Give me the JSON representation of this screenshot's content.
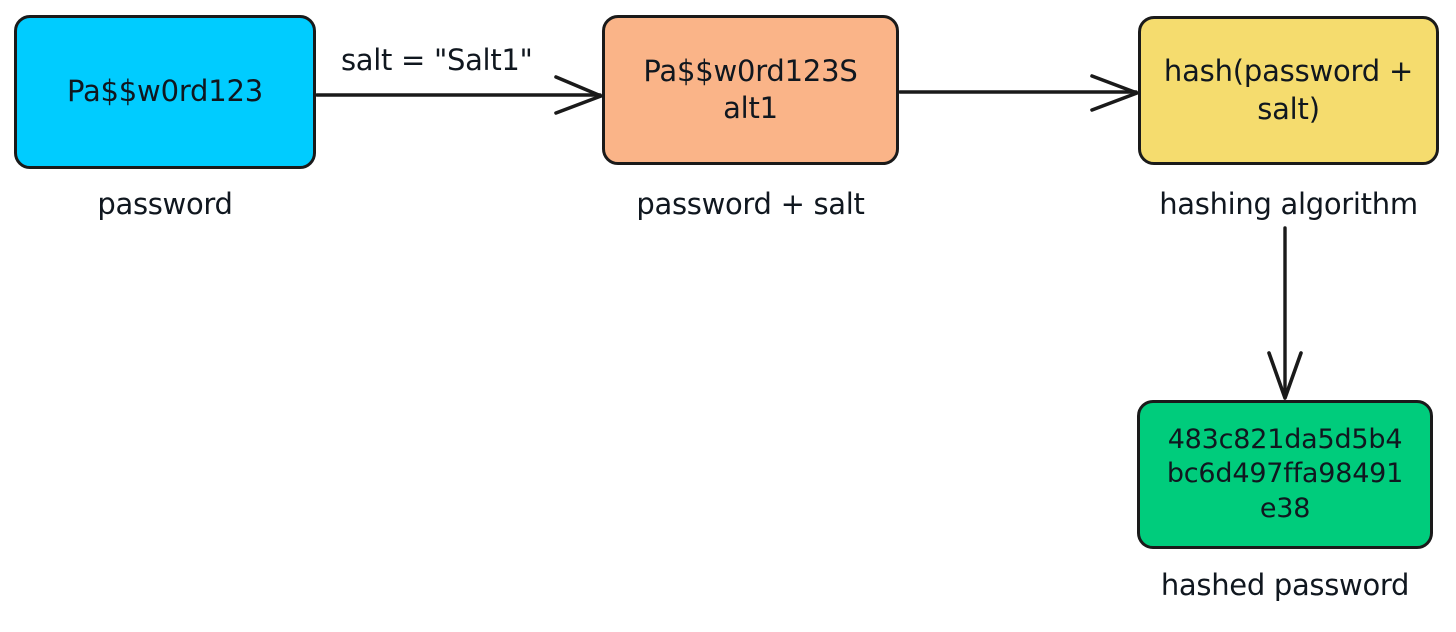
{
  "diagram": {
    "title": "password salting and hashing flow",
    "background": "#ffffff",
    "stroke": "#1a1a1a"
  },
  "colors": {
    "password": "#00ccff",
    "saltedpw": "#fab488",
    "hashfn": "#f5dc6e",
    "hashout": "#00cc7c"
  },
  "nodes": {
    "password": {
      "text": "Pa$$w0rd123",
      "caption": "password",
      "fill": "#00ccff"
    },
    "saltedpw": {
      "text": "Pa$$w0rd123S\nalt1",
      "caption": "password + salt",
      "fill": "#fab488"
    },
    "hashfn": {
      "text": "hash(password +\nsalt)",
      "caption": "hashing algorithm",
      "fill": "#f5dc6e"
    },
    "hashout": {
      "text": "483c821da5d5b4\nbc6d497ffa98491\ne38",
      "caption": "hashed password",
      "fill": "#00cc7c"
    }
  },
  "edges": {
    "password_to_saltedpw": {
      "label": "salt = \"Salt1\"",
      "from": "password",
      "to": "saltedpw",
      "direction": "right"
    },
    "saltedpw_to_hashfn": {
      "label": "",
      "from": "saltedpw",
      "to": "hashfn",
      "direction": "right"
    },
    "hashfn_to_hashout": {
      "label": "",
      "from": "hashfn",
      "to": "hashout",
      "direction": "down"
    }
  }
}
